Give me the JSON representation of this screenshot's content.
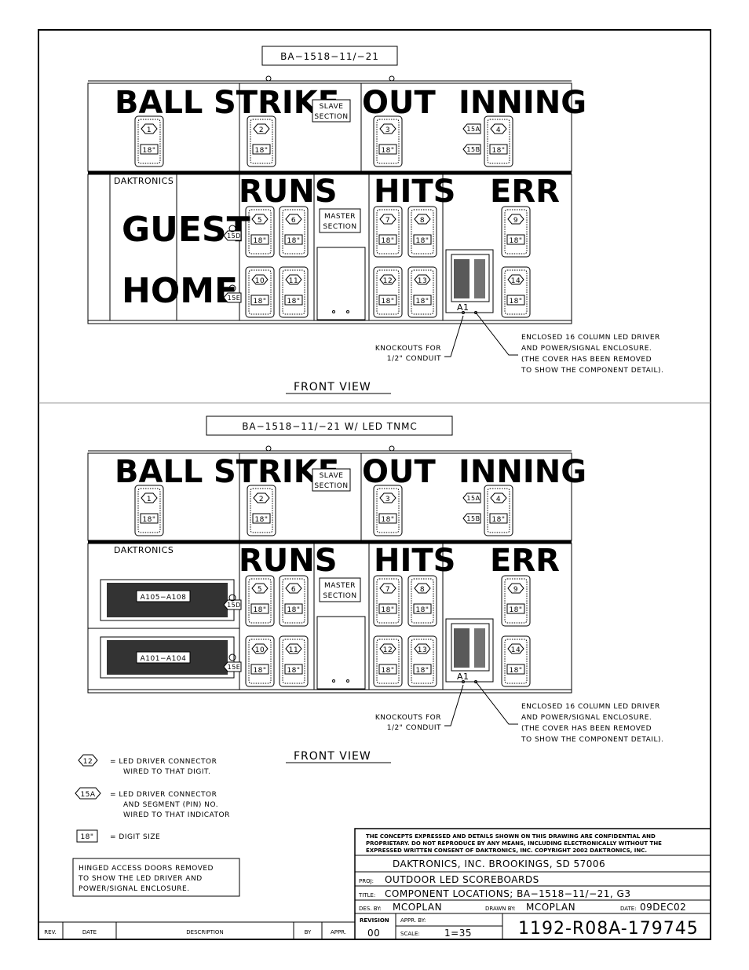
{
  "views": [
    {
      "model_label": "BA−1518−11/−21",
      "view_label": "FRONT VIEW",
      "top_titles": [
        "BALL",
        "STRIKE",
        "OUT",
        "INNING"
      ],
      "bottom_titles": [
        "RUNS",
        "HITS",
        "ERR"
      ],
      "brand": "DAKTRONICS",
      "team_titles": [
        "GUEST",
        "HOME"
      ],
      "slave_label": [
        "SLAVE",
        "SECTION"
      ],
      "master_label": [
        "MASTER",
        "SECTION"
      ],
      "enclosure_label": "A1",
      "knockout_note": [
        "KNOCKOUTS FOR",
        "1/2\" CONDUIT"
      ],
      "enclosure_note": [
        "ENCLOSED 16 COLUMN LED DRIVER",
        "AND POWER/SIGNAL ENCLOSURE.",
        "(THE COVER HAS BEEN REMOVED",
        "TO SHOW THE COMPONENT DETAIL)."
      ],
      "panels": []
    },
    {
      "model_label": "BA−1518−11/−21 W/ LED TNMC",
      "view_label": "FRONT VIEW",
      "top_titles": [
        "BALL",
        "STRIKE",
        "OUT",
        "INNING"
      ],
      "bottom_titles": [
        "RUNS",
        "HITS",
        "ERR"
      ],
      "brand": "DAKTRONICS",
      "team_titles": [],
      "slave_label": [
        "SLAVE",
        "SECTION"
      ],
      "master_label": [
        "MASTER",
        "SECTION"
      ],
      "enclosure_label": "A1",
      "knockout_note": [
        "KNOCKOUTS FOR",
        "1/2\" CONDUIT"
      ],
      "enclosure_note": [
        "ENCLOSED 16 COLUMN LED DRIVER",
        "AND POWER/SIGNAL ENCLOSURE.",
        "(THE COVER HAS BEEN REMOVED",
        "TO SHOW THE COMPONENT DETAIL)."
      ],
      "panels": [
        "A105−A108",
        "A101−A104"
      ]
    }
  ],
  "digits": {
    "top": [
      "1",
      "2",
      "3",
      "4"
    ],
    "runs": [
      "5",
      "6",
      "10",
      "11"
    ],
    "hits": [
      "7",
      "8",
      "12",
      "13"
    ],
    "err": [
      "9",
      "14"
    ],
    "size": "18\""
  },
  "indicators": {
    "inning": [
      "15A",
      "15B"
    ],
    "team": [
      "15D",
      "15E"
    ]
  },
  "legend": {
    "connector_symbol": "12",
    "connector_text": [
      "= LED DRIVER CONNECTOR",
      "WIRED TO THAT DIGIT."
    ],
    "segment_symbol": "15A",
    "segment_text": [
      "= LED DRIVER CONNECTOR",
      "AND SEGMENT (PIN) NO.",
      "WIRED TO THAT INDICATOR"
    ],
    "size_symbol": "18\"",
    "size_text": "= DIGIT SIZE",
    "note": [
      "HINGED ACCESS DOORS REMOVED",
      "TO SHOW THE LED DRIVER AND",
      "POWER/SIGNAL ENCLOSURE."
    ]
  },
  "title_block": {
    "confidential": [
      "THE CONCEPTS EXPRESSED AND DETAILS SHOWN ON THIS DRAWING ARE CONFIDENTIAL AND",
      "PROPRIETARY. DO NOT REPRODUCE BY ANY MEANS, INCLUDING ELECTRONICALLY WITHOUT THE",
      "EXPRESSED WRITTEN CONSENT OF DAKTRONICS, INC.          COPYRIGHT 2002 DAKTRONICS, INC."
    ],
    "company": "DAKTRONICS, INC.   BROOKINGS, SD 57006",
    "proj_label": "PROJ:",
    "proj": "OUTDOOR LED SCOREBOARDS",
    "title_label": "TITLE:",
    "title": "COMPONENT LOCATIONS; BA−1518−11/−21, G3",
    "des_label": "DES. BY:",
    "des_by": "MCOPLAN",
    "drawn_label": "DRAWN BY:",
    "drawn_by": "MCOPLAN",
    "date_label": "DATE:",
    "date": "09DEC02",
    "revision_label": "REVISION",
    "revision": "00",
    "appr_label": "APPR. BY:",
    "scale_label": "SCALE:",
    "scale": "1=35",
    "drawing_number": "1192-R08A-179745"
  },
  "revision_table": {
    "headers": [
      "REV.",
      "DATE",
      "DESCRIPTION",
      "BY",
      "APPR."
    ]
  }
}
